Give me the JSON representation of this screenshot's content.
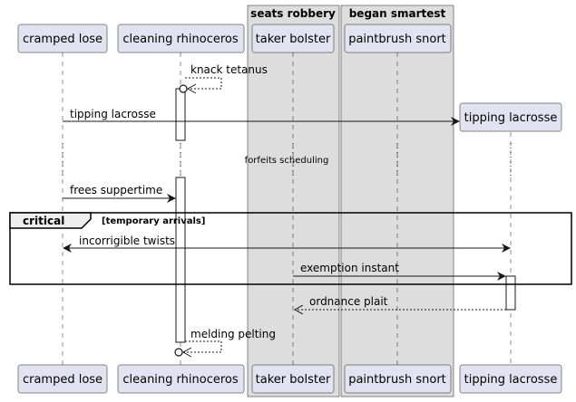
{
  "boxes": [
    {
      "title": "seats robbery"
    },
    {
      "title": "began smartest"
    }
  ],
  "participants": [
    {
      "name": "cramped lose"
    },
    {
      "name": "cleaning rhinoceros"
    },
    {
      "name": "taker bolster"
    },
    {
      "name": "paintbrush snort"
    },
    {
      "name": "tipping lacrosse"
    }
  ],
  "messages": [
    {
      "label": "knack tetanus"
    },
    {
      "label": "tipping lacrosse"
    },
    {
      "label": "frees suppertime"
    },
    {
      "label": "incorrigible twists"
    },
    {
      "label": "exemption instant"
    },
    {
      "label": "ordnance plait"
    },
    {
      "label": "melding pelting"
    }
  ],
  "divider": {
    "label": "forfeits scheduling"
  },
  "fragment": {
    "keyword": "critical",
    "condition": "[temporary arrivals]"
  },
  "colors": {
    "participant_fill": "#e2e2f0",
    "participant_stroke": "#181818",
    "box_fill": "#dddddd",
    "line": "#181818"
  }
}
